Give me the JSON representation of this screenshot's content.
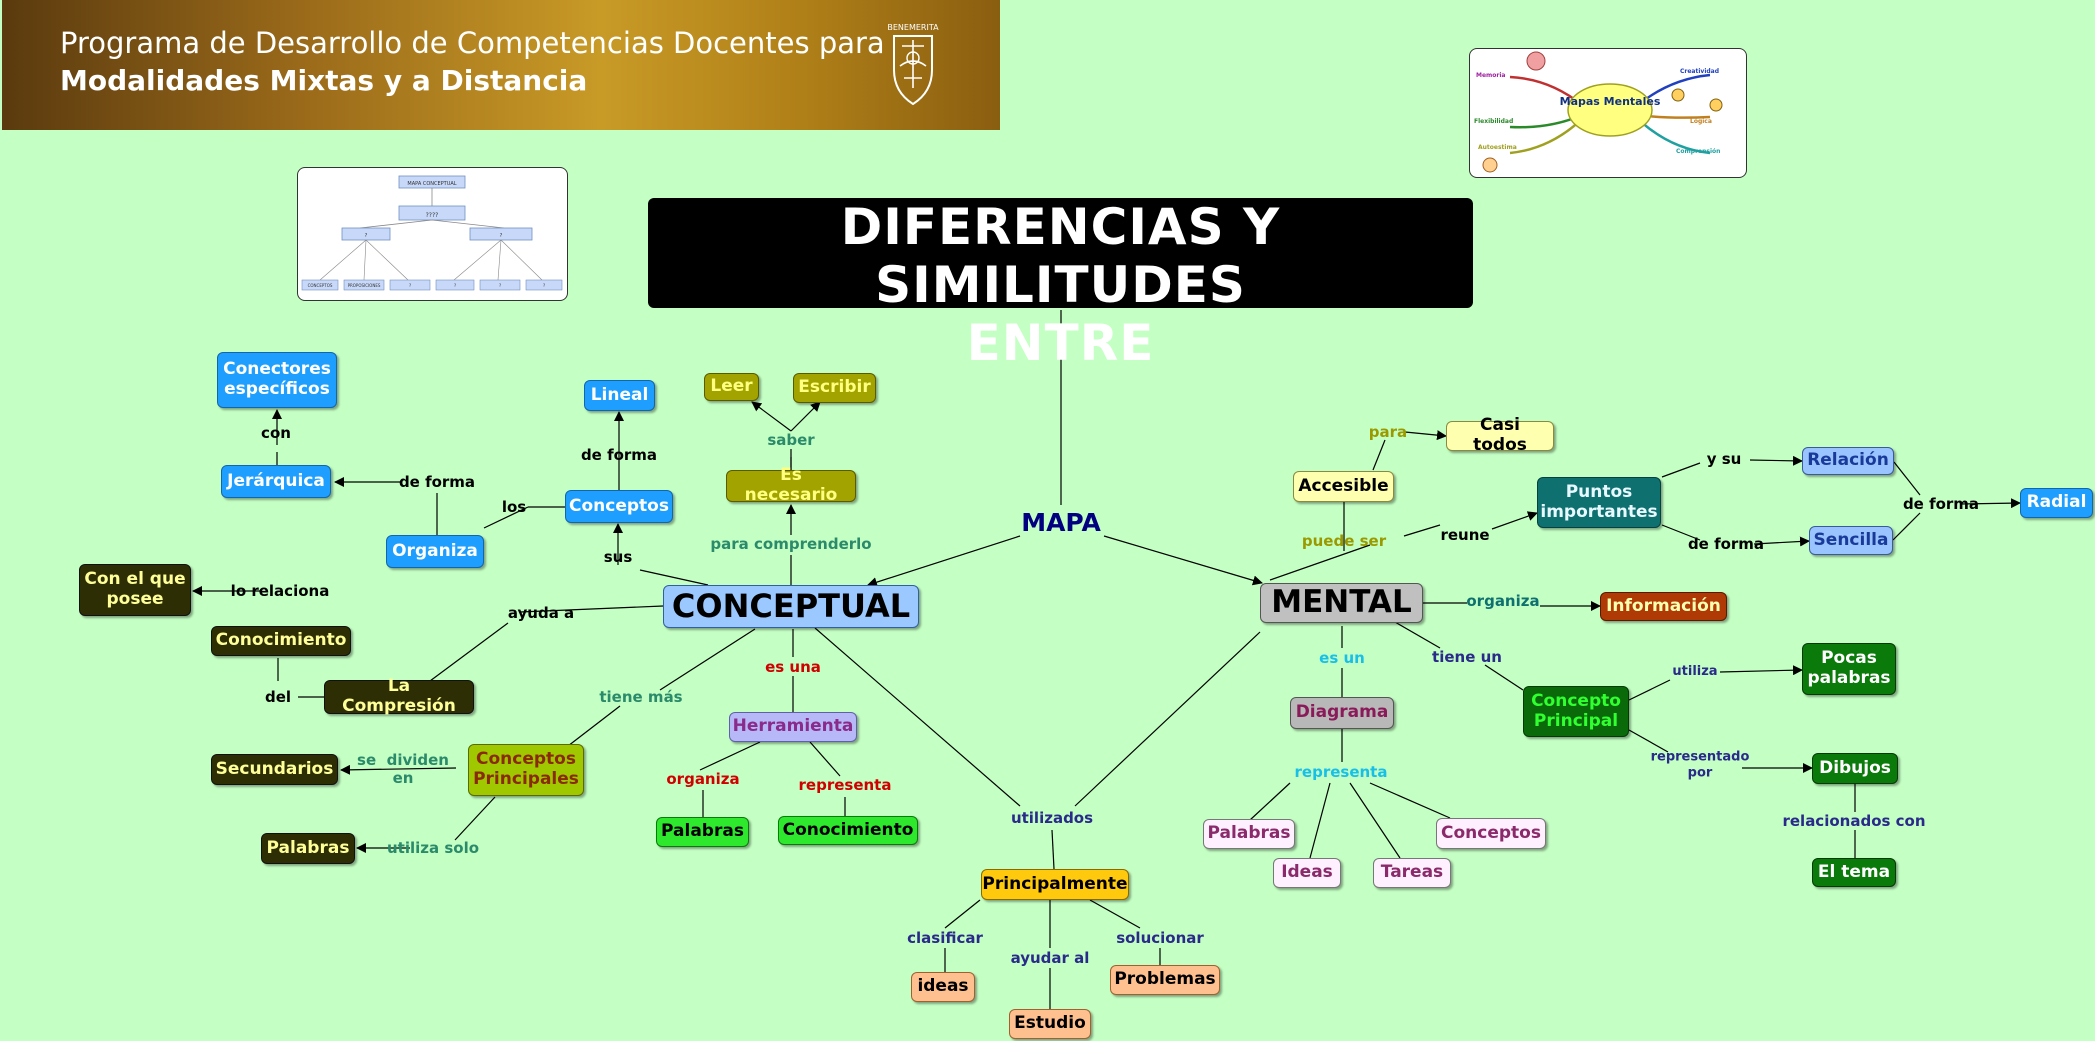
{
  "banner": {
    "line1": "Programa de Desarrollo de Competencias Docentes para",
    "line2": "Modalidades Mixtas y a Distancia",
    "seal_icon": "university-seal-icon",
    "seal_text": "BENEMERITA"
  },
  "title": {
    "line1": "DIFERENCIAS Y SIMILITUDES",
    "line2": "ENTRE"
  },
  "thumb_left": {
    "root": "MAPA CONCEPTUAL",
    "mid": "????",
    "left": "?",
    "right": "?",
    "leaves": [
      "CONCEPTOS",
      "PROPOSICIONES",
      "?",
      "?",
      "?",
      "?"
    ]
  },
  "thumb_right": {
    "center": "Mapas Mentales",
    "labels": [
      "Memoria",
      "Creatividad",
      "Lógica",
      "Autoestima",
      "Comprensión",
      "Flexibilidad"
    ]
  },
  "center": {
    "mapa": "MAPA",
    "conceptual": "CONCEPTUAL",
    "mental": "MENTAL"
  },
  "nodes": {
    "conectores": "Conectores específicos",
    "jerarquica": "Jerárquica",
    "organiza": "Organiza",
    "conceptos": "Conceptos",
    "lineal": "Lineal",
    "leer": "Leer",
    "escribir": "Escribir",
    "es_necesario": "Es necesario",
    "con_el_que": "Con el que posee",
    "conocimiento_dark": "Conocimiento",
    "la_comprension": "La Compresión",
    "secundarios": "Secundarios",
    "conceptos_principales": "Conceptos Principales",
    "palabras_dark": "Palabras",
    "herramienta": "Herramienta",
    "palabras_lime": "Palabras",
    "conocimiento_lime": "Conocimiento",
    "principalmente": "Principalmente",
    "ideas_peach": "ideas",
    "problemas": "Problemas",
    "estudio": "Estudio",
    "accesible": "Accesible",
    "casi_todos": "Casi todos",
    "puntos_importantes": "Puntos importantes",
    "relacion": "Relación",
    "sencilla": "Sencilla",
    "radial": "Radial",
    "informacion": "Información",
    "diagrama": "Diagrama",
    "palabras_pink": "Palabras",
    "ideas_pink": "Ideas",
    "tareas": "Tareas",
    "conceptos_pink": "Conceptos",
    "concepto_principal": "Concepto Principal",
    "pocas_palabras": "Pocas palabras",
    "dibujos": "Dibujos",
    "el_tema": "El tema"
  },
  "labels": {
    "con": "con",
    "de_forma_1": "de forma",
    "los": "los",
    "de_forma_2": "de forma",
    "sus": "sus",
    "saber": "saber",
    "para_comprenderlo": "para comprenderlo",
    "lo_relaciona": "lo relaciona",
    "ayuda_a": "ayuda a",
    "del": "del",
    "tiene_mas": "tiene más",
    "se_dividen_en": "se  dividen\nen",
    "utiliza_solo": "utiliza solo",
    "es_una": "es una",
    "organiza": "organiza",
    "representa_1": "representa",
    "utilizados": "utilizados",
    "clasificar": "clasificar",
    "ayudar_al": "ayudar al",
    "solucionar": "solucionar",
    "para": "para",
    "puede_ser": "puede ser",
    "reune": "reune",
    "y_su": "y su",
    "de_forma_3": "de forma",
    "de_forma_4": "de forma",
    "organiza_2": "organiza",
    "es_un": "es un",
    "tiene_un": "tiene un",
    "representa_2": "representa",
    "utiliza": "utiliza",
    "representado_por": "representado\npor",
    "relacionados_con": "relacionados con"
  },
  "colors": {
    "background": "#c4ffc4",
    "title_bg": "#000000",
    "mapa_text": "#000080"
  }
}
